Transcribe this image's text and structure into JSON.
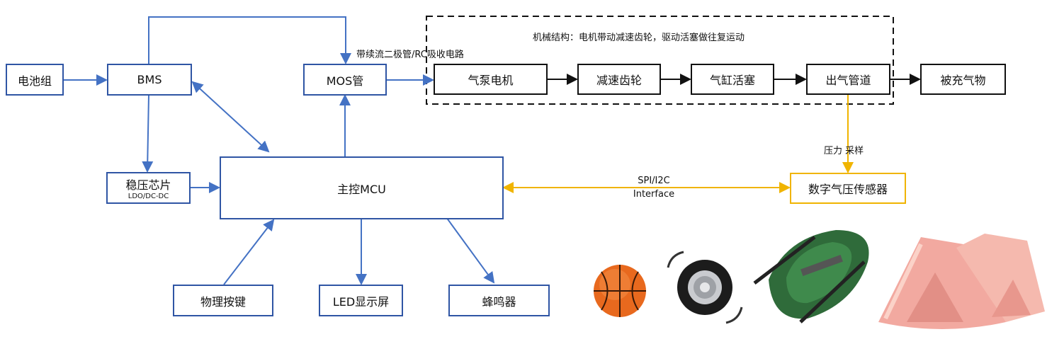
{
  "blocks": {
    "battery": "电池组",
    "bms": "BMS",
    "mos": "MOS管",
    "regulator": "稳压芯片",
    "regulator_sub": "LDO/DC-DC",
    "mcu": "主控MCU",
    "buttons": "物理按键",
    "led": "LED显示屏",
    "buzzer": "蜂鸣器",
    "pump_motor": "气泵电机",
    "gear": "减速齿轮",
    "piston": "气缸活塞",
    "outlet": "出气管道",
    "target": "被充气物",
    "sensor": "数字气压传感器"
  },
  "labels": {
    "mos_note": "带续流二极管/RC吸收电路",
    "mechanical_note": "机械结构：电机带动减速齿轮，驱动活塞做往复运动",
    "pressure_sampling": "压力 采样",
    "bus": "SPI/I2C",
    "bus_sub": "Interface"
  },
  "colors": {
    "electrical": "#4472c4",
    "mechanical": "#111111",
    "sensor": "#f0b400"
  },
  "illustrations": [
    "basketball",
    "tire",
    "inflatable-boat",
    "inflatable-tent"
  ]
}
